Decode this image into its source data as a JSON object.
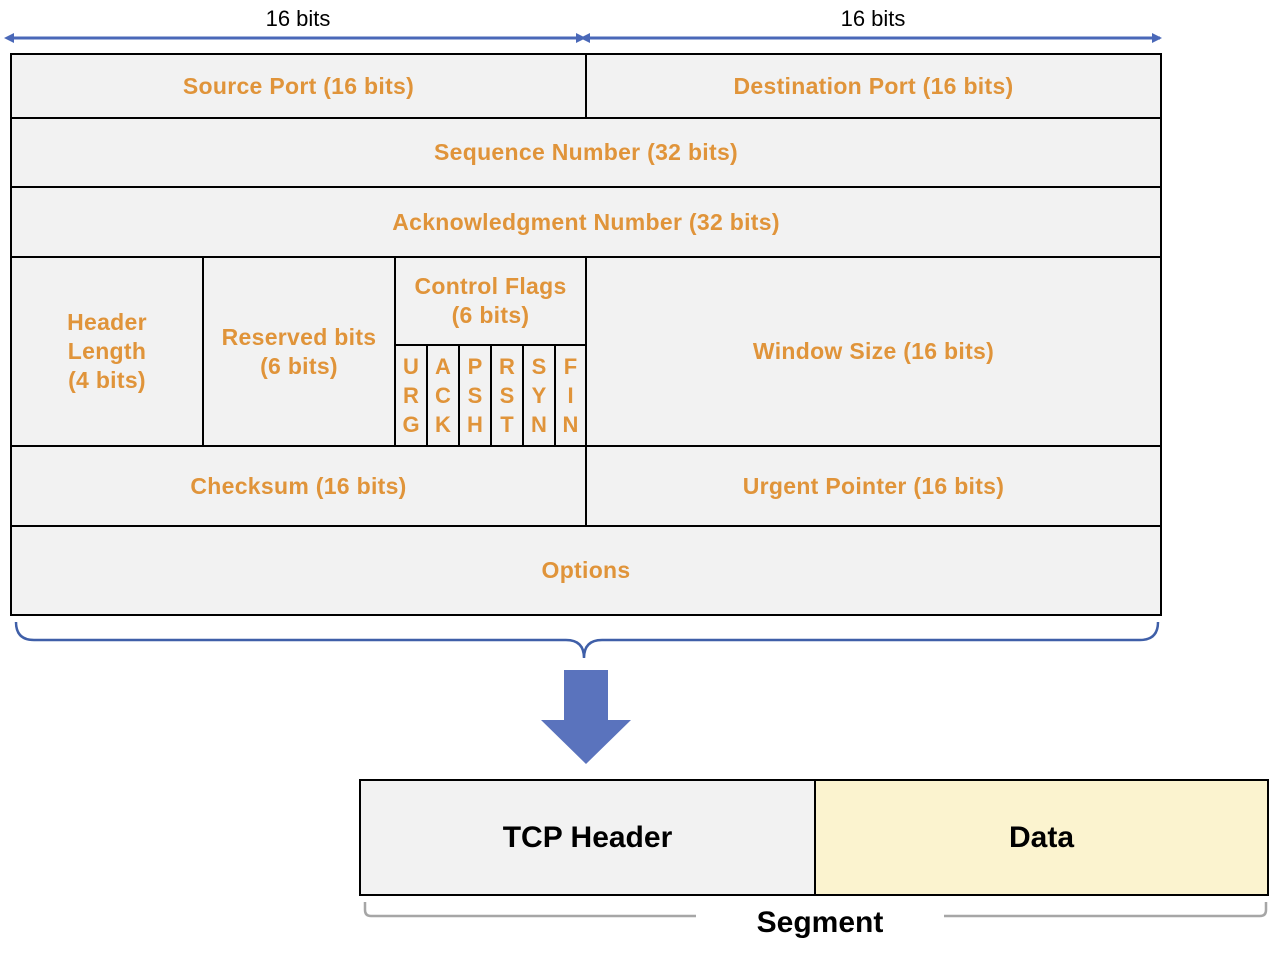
{
  "top": {
    "left_width_label": "16 bits",
    "right_width_label": "16 bits"
  },
  "header_fields": {
    "source_port": "Source Port (16 bits)",
    "destination_port": "Destination Port (16 bits)",
    "sequence_number": "Sequence Number (32 bits)",
    "acknowledgment_number": "Acknowledgment Number (32 bits)",
    "header_length": [
      "Header",
      "Length",
      "(4 bits)"
    ],
    "reserved_bits": [
      "Reserved bits",
      "(6 bits)"
    ],
    "control_flags": [
      "Control Flags",
      "(6 bits)"
    ],
    "flags": [
      [
        "U",
        "R",
        "G"
      ],
      [
        "A",
        "C",
        "K"
      ],
      [
        "P",
        "S",
        "H"
      ],
      [
        "R",
        "S",
        "T"
      ],
      [
        "S",
        "Y",
        "N"
      ],
      [
        "F",
        "I",
        "N"
      ]
    ],
    "window_size": "Window Size (16 bits)",
    "checksum": "Checksum (16 bits)",
    "urgent_pointer": "Urgent Pointer (16 bits)",
    "options": "Options"
  },
  "segment": {
    "tcp_header": "TCP Header",
    "data": "Data",
    "label": "Segment"
  },
  "colors": {
    "field_text": "#e0943a",
    "cell_background": "#f2f2f2",
    "data_background": "#fbf3cf",
    "arrow": "#5a73bd",
    "brace": "#3f5fa8",
    "segment_brace": "#a6a6a6"
  }
}
